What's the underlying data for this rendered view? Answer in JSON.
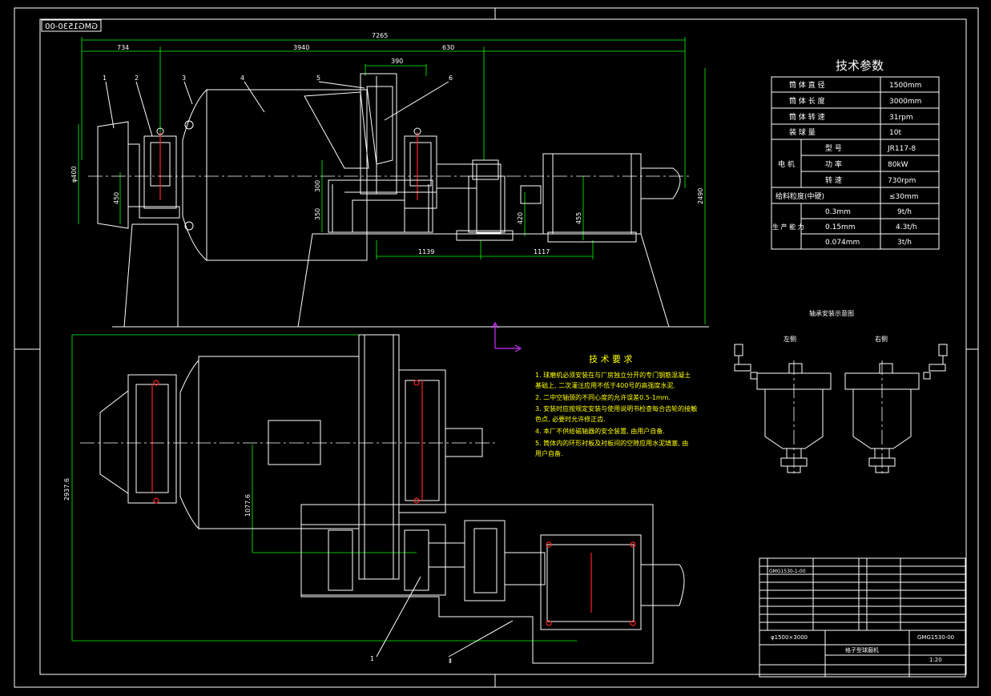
{
  "drawing_code": "GMG1530-00",
  "dimensions": {
    "total_length": "7265",
    "d734": "734",
    "d3940": "3940",
    "d630": "630",
    "d390": "390",
    "dia400": "φ400",
    "d450": "450",
    "d300": "300",
    "d350": "350",
    "d420": "420",
    "d455": "455",
    "d2490": "2490",
    "d1139": "1139",
    "d1117": "1117",
    "plan_width": "2937.6",
    "plan_offset": "1077.6"
  },
  "part_callouts": [
    "1",
    "2",
    "3",
    "4",
    "5",
    "6"
  ],
  "plan_callouts": [
    "1",
    "Ⅱ"
  ],
  "tech_params": {
    "title": "技术参数",
    "rows": [
      {
        "label": "筒 体 直 径",
        "value": "1500mm"
      },
      {
        "label": "筒 体 长 度",
        "value": "3000mm"
      },
      {
        "label": "筒 体 转 速",
        "value": "31rpm"
      },
      {
        "label": "装 球 量",
        "value": "10t"
      }
    ],
    "motor_group": "电 机",
    "motor_rows": [
      {
        "label": "型 号",
        "value": "JR117-8"
      },
      {
        "label": "功 率",
        "value": "80kW"
      },
      {
        "label": "转 速",
        "value": "730rpm"
      }
    ],
    "feed_label": "给料粒度(中硬)",
    "feed_value": "≤30mm",
    "capacity_group": "生 产 能 力",
    "capacity_rows": [
      {
        "label": "0.3mm",
        "value": "9t/h"
      },
      {
        "label": "0.15mm",
        "value": "4.3t/h"
      },
      {
        "label": "0.074mm",
        "value": "3t/h"
      }
    ]
  },
  "bearing_diagram": {
    "title": "轴承安装示意图",
    "left_label": "左侧",
    "right_label": "右侧"
  },
  "tech_requirements": {
    "title": "技 术 要 求",
    "items": [
      "1. 球磨机必须安装在与厂房独立分开的专门钢筋混凝土",
      "   基础上, 二次灌注应用不低于400号的高强度水泥.",
      "2. 二中空轴颈的不同心度的允许误差0.5-1mm.",
      "3. 安装时应按规定安装与使用说明书检查每合齿轮的接触",
      "   色点, 必要时允许修正齿.",
      "4. 本厂不供给磁轴器的安全装置, 由用户自备.",
      "5. 筒体内的环形衬板及衬板间的空隙应用水泥填塞, 由",
      "   用户自备."
    ]
  },
  "title_block": {
    "code_row": "GMG1530-1-00",
    "spec": "φ1500×3000",
    "name": "格子型球磨机",
    "code": "GMG1530-00",
    "scale": "1:20"
  },
  "colors": {
    "background": "#000000",
    "linework": "#ffffff",
    "dimensions": "#00ff00",
    "notes": "#ffff00",
    "centerline_red": "#ff2020",
    "ucs_icon": "#cc33ff"
  }
}
